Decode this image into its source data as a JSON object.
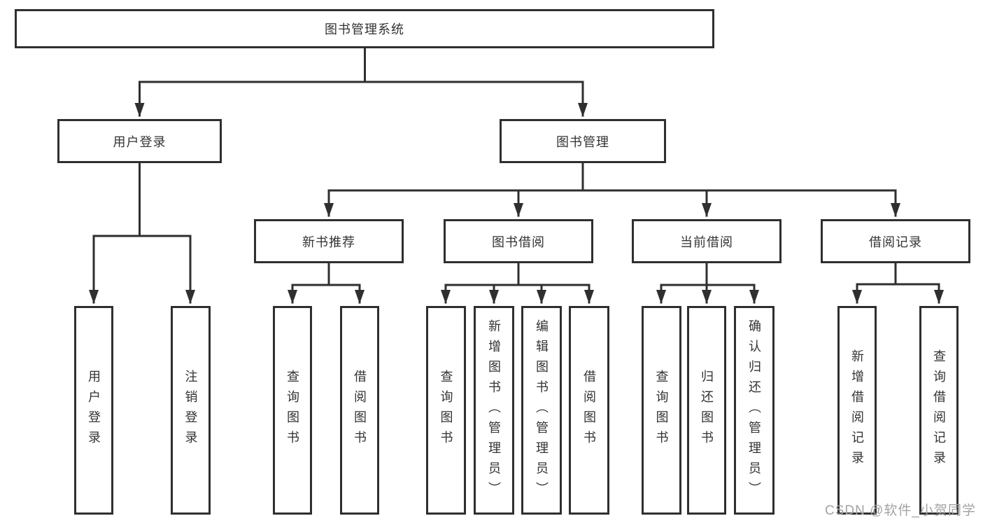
{
  "colors": {
    "line": "#2f2f2f",
    "box_border": "#2f2f2f",
    "text": "#333333",
    "background": "#ffffff",
    "watermark_text_color": "#a3a3a3"
  },
  "watermark": "CSDN @软件_小贺同学",
  "tree": {
    "root": "图书管理系统",
    "level2": {
      "user_login": "用户登录",
      "book_mgmt": "图书管理"
    },
    "level3": {
      "new_books": "新书推荐",
      "book_borrow": "图书借阅",
      "current_borrow": "当前借阅",
      "borrow_records": "借阅记录"
    },
    "leaves": {
      "ul_login": "用户登录",
      "ul_logout": "注销登录",
      "nb_query": "查询图书",
      "nb_borrow": "借阅图书",
      "bb_query": "查询图书",
      "bb_add": "新增图书（管理员）",
      "bb_edit": "编辑图书（管理员）",
      "bb_borrow": "借阅图书",
      "cb_query": "查询图书",
      "cb_return": "归还图书",
      "cb_confirm": "确认归还（管理员）",
      "br_add": "新增借阅记录",
      "br_query": "查询借阅记录"
    }
  }
}
